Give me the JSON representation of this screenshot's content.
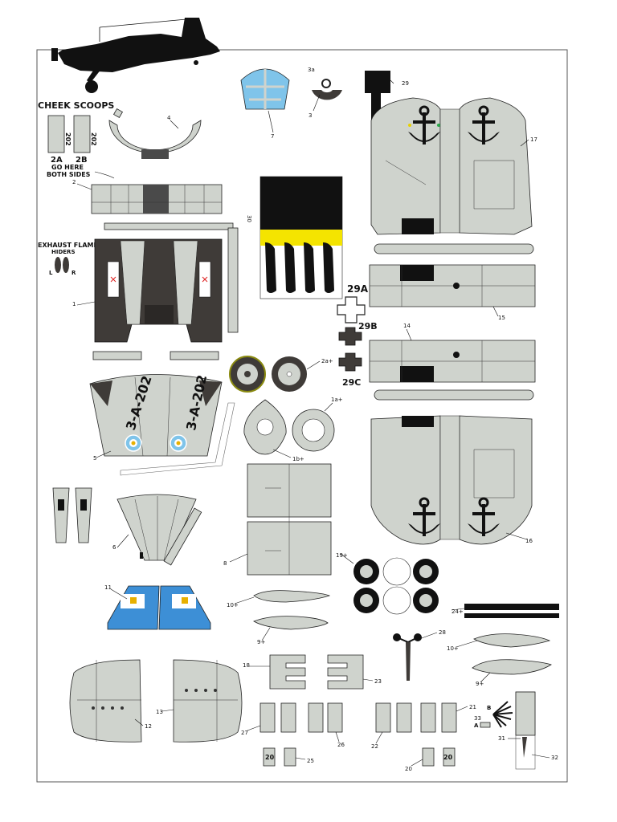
{
  "heading": {
    "cheek_scoops": "CHEEK SCOOPS",
    "scoop_a": "2A",
    "scoop_b": "2B",
    "go_here_1": "GO HERE",
    "go_here_2": "BOTH SIDES",
    "scoop_number": "202",
    "exhaust_1": "EXHAUST FLAME",
    "exhaust_2": "HIDERS",
    "left": "L",
    "right": "R"
  },
  "tail_code": "3-A-202",
  "big_labels": {
    "p29a": "29A",
    "p29b": "29B",
    "p29c": "29C"
  },
  "labels": {
    "p1": "1",
    "p1a": "1a+",
    "p1b": "1b+",
    "p2": "2",
    "p2a": "2a+",
    "p3": "3",
    "p3a": "3a",
    "p4": "4",
    "p5": "5",
    "p6": "6",
    "p7": "7",
    "p8": "8",
    "p9": "9+",
    "p9b": "9+",
    "p10": "10+",
    "p10b": "10+",
    "p11": "11",
    "p12": "12",
    "p13": "13",
    "p14": "14",
    "p15": "15",
    "p16": "16",
    "p17": "17",
    "p18": "18",
    "p19": "19+",
    "p20": "20",
    "p21": "21",
    "p22": "22",
    "p23": "23",
    "p24": "24+",
    "p25": "25",
    "p26": "26",
    "p27": "27",
    "p28": "28",
    "p29": "29",
    "p30": "30",
    "p31": "31",
    "p32": "32",
    "p33": "33",
    "pa": "A",
    "pb": "B",
    "gear_num": "20"
  },
  "colors": {
    "light_grey": "#cfd3cd",
    "dark_grey": "#3f3b38",
    "canopy_blue": "#7fc4ea",
    "argentina_blue": "#3d8fd6",
    "yellow": "#f4e400",
    "black": "#111111"
  }
}
